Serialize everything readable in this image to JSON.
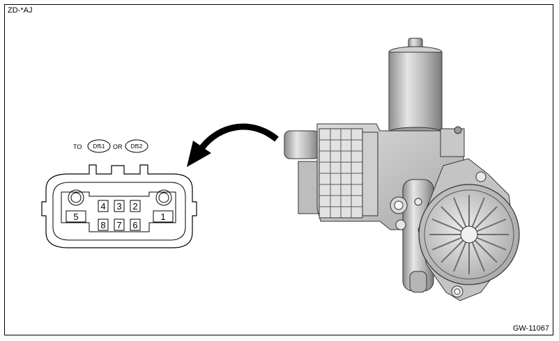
{
  "diagram": {
    "code_tag": "ZD-*AJ",
    "figure_id": "GW-11067",
    "connector_ref": {
      "prefix": "TO",
      "option_a": "Df51",
      "joiner": "OR",
      "option_b": "Df52"
    },
    "terminals": {
      "t1": "1",
      "t2": "2",
      "t3": "3",
      "t4": "4",
      "t5": "5",
      "t6": "6",
      "t7": "7",
      "t8": "8"
    }
  }
}
